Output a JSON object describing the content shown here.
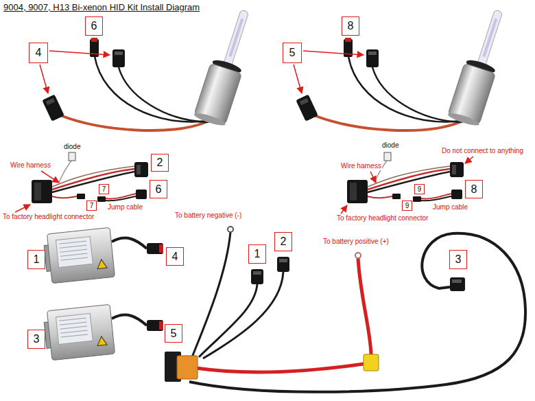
{
  "diagram": {
    "title": "9004, 9007, H13 Bi-xenon HID Kit Install Diagram",
    "nodes": [
      {
        "text": [
          "6"
        ]
      },
      {
        "text": [
          "4"
        ]
      },
      {
        "text": [
          "8"
        ]
      },
      {
        "text": [
          "5"
        ]
      },
      {
        "text": [
          "2"
        ]
      },
      {
        "text": [
          "7"
        ]
      },
      {
        "text": [
          "7"
        ]
      },
      {
        "text": [
          "6"
        ]
      },
      {
        "text": [
          "9"
        ]
      },
      {
        "text": [
          "9"
        ]
      },
      {
        "text": [
          "8"
        ]
      },
      {
        "text": [
          "1"
        ]
      },
      {
        "text": [
          "4"
        ]
      },
      {
        "text": [
          "1"
        ]
      },
      {
        "text": [
          "2"
        ]
      },
      {
        "text": [
          "3"
        ]
      },
      {
        "text": [
          "5"
        ]
      },
      {
        "text": [
          "3"
        ]
      }
    ],
    "labels": [
      "diode",
      "Wire harness",
      "To factory headlight connector",
      "Jump cable",
      "diode",
      "Do not connect to anything",
      "Wire harness",
      "To factory headlight connector",
      "Jump cable",
      "To battery negative (-)",
      "To battery positive (+)"
    ]
  }
}
